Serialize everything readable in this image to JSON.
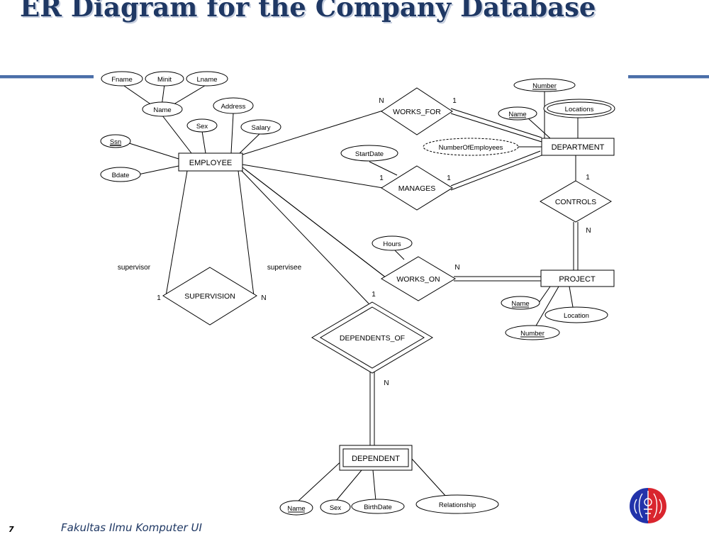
{
  "slide": {
    "title": "ER Diagram for the Company Database",
    "page_number": "7",
    "footer": "Fakultas Ilmu Komputer UI",
    "accent_color": "#1f3864",
    "rule_color": "#4a6ea8",
    "logo_icon": "university-logo-icon"
  },
  "diagram": {
    "entities": {
      "employee": "EMPLOYEE",
      "department": "DEPARTMENT",
      "project": "PROJECT",
      "dependent": "DEPENDENT"
    },
    "relationships": {
      "works_for": "WORKS_FOR",
      "manages": "MANAGES",
      "controls": "CONTROLS",
      "works_on": "WORKS_ON",
      "supervision": "SUPERVISION",
      "dependents_of": "DEPENDENTS_OF"
    },
    "attributes": {
      "fname": "Fname",
      "minit": "Minit",
      "lname": "Lname",
      "emp_name": "Name",
      "address": "Address",
      "sex": "Sex",
      "salary": "Salary",
      "ssn": "Ssn",
      "bdate": "Bdate",
      "dept_number": "Number",
      "dept_name": "Name",
      "locations": "Locations",
      "num_employees": "NumberOfEmployees",
      "start_date": "StartDate",
      "hours": "Hours",
      "proj_name": "Name",
      "proj_location": "Location",
      "proj_number": "Number",
      "dep_name": "Name",
      "dep_sex": "Sex",
      "birth_date": "BirthDate",
      "relationship": "Relationship"
    },
    "roles": {
      "supervisor": "supervisor",
      "supervisee": "supervisee"
    },
    "cardinalities": {
      "works_for_employee": "N",
      "works_for_department": "1",
      "manages_employee": "1",
      "manages_department": "1",
      "controls_department": "1",
      "controls_project": "N",
      "works_on_project": "N",
      "supervision_supervisor": "1",
      "supervision_supervisee": "N",
      "dependents_of_employee": "1",
      "dependents_of_dependent": "N"
    }
  }
}
